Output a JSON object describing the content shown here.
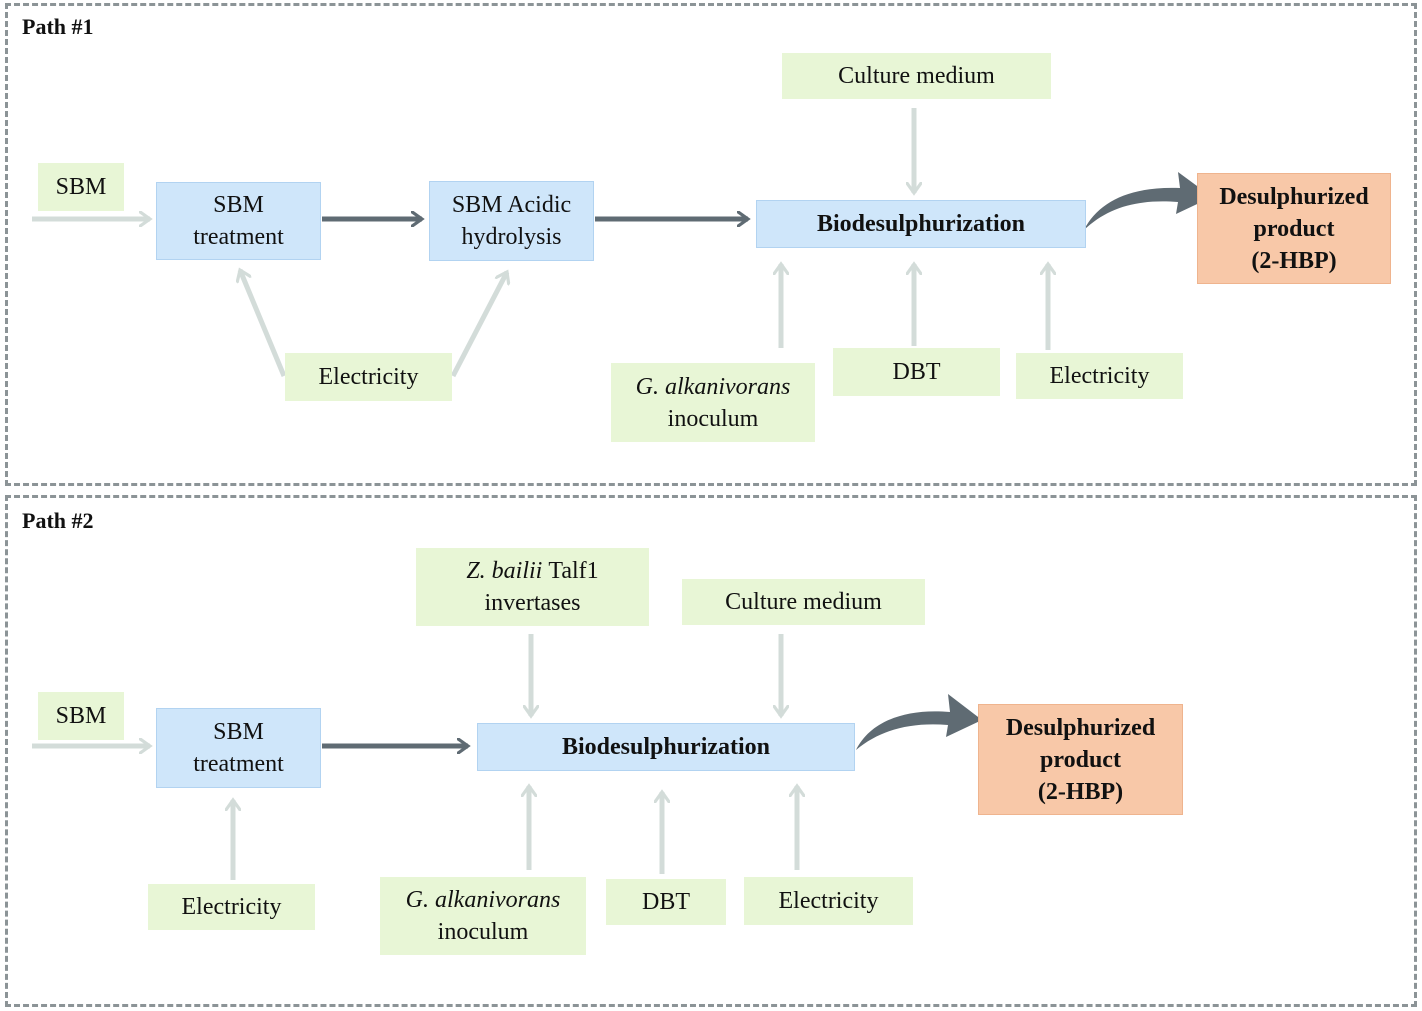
{
  "path1": {
    "title": "Path #1",
    "sbm": "SBM",
    "sbm_treatment": [
      "SBM",
      "treatment"
    ],
    "acidic_hydrolysis": [
      "SBM Acidic",
      "hydrolysis"
    ],
    "electricity_pretreat": "Electricity",
    "culture_medium": "Culture medium",
    "biodesulphurization": "Biodesulphurization",
    "inoculum": {
      "species": "G. alkanivorans",
      "label": "inoculum"
    },
    "dbt": "DBT",
    "electricity_bds": "Electricity",
    "product": [
      "Desulphurized",
      "product",
      "(2-HBP)"
    ]
  },
  "path2": {
    "title": "Path #2",
    "sbm": "SBM",
    "sbm_treatment": [
      "SBM",
      "treatment"
    ],
    "electricity_pretreat": "Electricity",
    "invertases": {
      "species": "Z. bailii",
      "strain": "Talf1",
      "label": "invertases"
    },
    "culture_medium": "Culture medium",
    "biodesulphurization": "Biodesulphurization",
    "inoculum": {
      "species": "G. alkanivorans",
      "label": "inoculum"
    },
    "dbt": "DBT",
    "electricity_bds": "Electricity",
    "product": [
      "Desulphurized",
      "product",
      "(2-HBP)"
    ]
  },
  "colors": {
    "input_box": "#e8f6d6",
    "process_box": "#cfe6fa",
    "product_box": "#f8c8a8",
    "light_arrow": "#d3dcd9",
    "dark_arrow": "#5f6b73",
    "panel_border": "#8c9497"
  }
}
